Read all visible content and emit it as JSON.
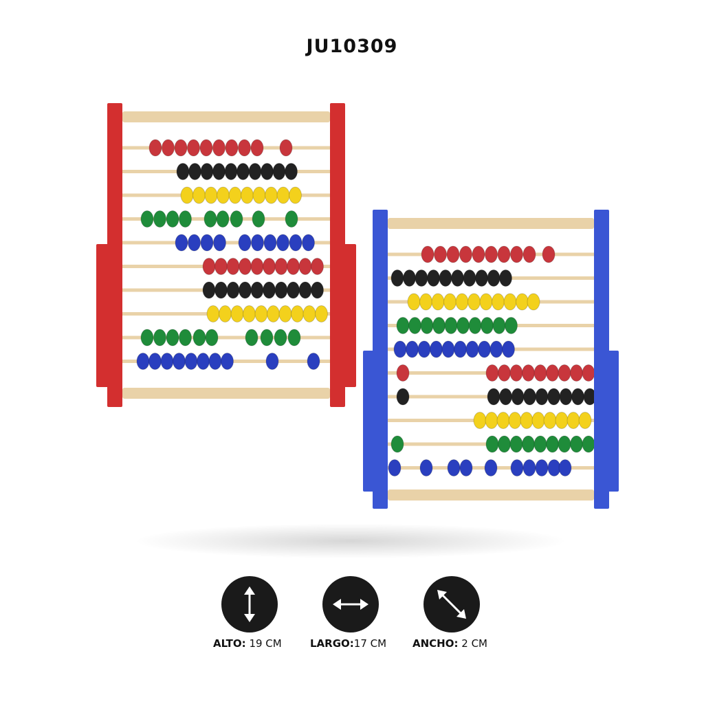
{
  "product": {
    "code": "JU10309"
  },
  "colors": {
    "red_frame": "#d32f2f",
    "blue_frame": "#3a56d4",
    "bead_red": "#c8363c",
    "bead_black": "#222222",
    "bead_yellow": "#f3d11c",
    "bead_green": "#1f8c3a",
    "bead_blue": "#2a3fbf",
    "rod_wood": "#e9d2a8",
    "icon_bg": "#1a1a1a"
  },
  "dimensions": [
    {
      "icon": "vertical-arrow-icon",
      "label": "ALTO:",
      "value": "19 CM"
    },
    {
      "icon": "horizontal-arrow-icon",
      "label": "LARGO:",
      "value": "17 CM"
    },
    {
      "icon": "diagonal-arrow-icon",
      "label": "ANCHO:",
      "value": "2 CM"
    }
  ]
}
